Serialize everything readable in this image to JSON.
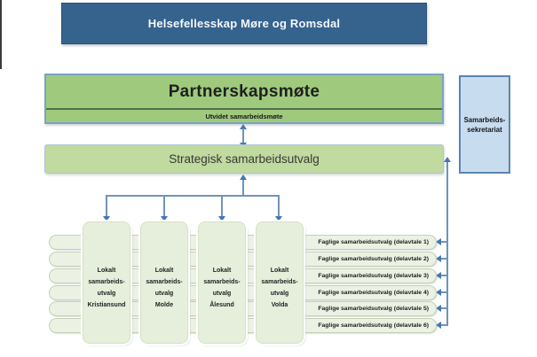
{
  "banner": {
    "title": "Helsefellesskap Møre og Romsdal"
  },
  "partnership": {
    "title": "Partnerskapsmøte",
    "subtitle": "Utvidet samarbeidsmøte"
  },
  "strategic": {
    "label": "Strategisk samarbeidsutvalg"
  },
  "secretariat": {
    "line1": "Samarbeids-",
    "line2": "sekretariat"
  },
  "local_committees": [
    {
      "lines": [
        "Lokalt",
        "samarbeids-",
        "utvalg",
        "Kristiansund"
      ]
    },
    {
      "lines": [
        "Lokalt",
        "samarbeids-",
        "utvalg",
        "Molde"
      ]
    },
    {
      "lines": [
        "Lokalt",
        "samarbeids-",
        "utvalg",
        "Ålesund"
      ]
    },
    {
      "lines": [
        "Lokalt",
        "samarbeids-",
        "utvalg",
        "Volda"
      ]
    }
  ],
  "professional_committees": [
    {
      "label": "Faglige samarbeidsutvalg (delavtale 1)"
    },
    {
      "label": "Faglige samarbeidsutvalg (delavtale 2)"
    },
    {
      "label": "Faglige samarbeidsutvalg (delavtale 3)"
    },
    {
      "label": "Faglige samarbeidsutvalg (delavtale 4)"
    },
    {
      "label": "Faglige samarbeidsutvalg (delavtale 5)"
    },
    {
      "label": "Faglige samarbeidsutvalg (delavtale 6)"
    }
  ],
  "colors": {
    "banner_bg": "#35638e",
    "partnership_green": "#9fca7d",
    "strategic_green": "#c0da9f",
    "pill_green": "#ecf2e3",
    "local_green": "#e6eedc",
    "secretariat_blue": "#c8dcf0",
    "secretariat_border": "#5d83ae",
    "connector_line": "#6f94b7",
    "arrowhead_blue": "#4577b6"
  }
}
